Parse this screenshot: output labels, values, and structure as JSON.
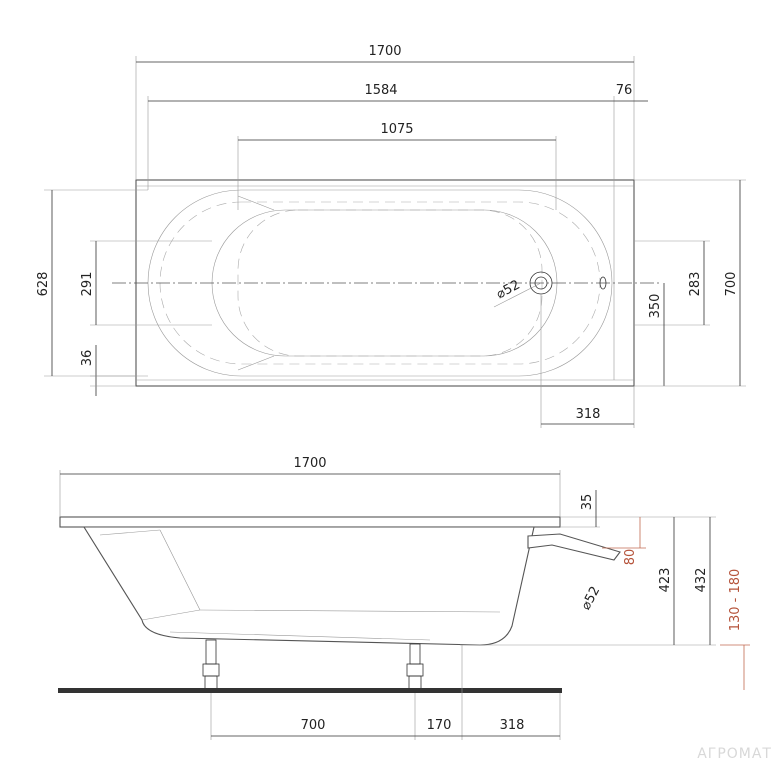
{
  "top_view": {
    "overall_length": "1700",
    "inner_length": "1584",
    "rim_right": "76",
    "bottom_length": "1075",
    "overall_width_inner": "628",
    "bottom_width": "291",
    "rim_bottom": "36",
    "drain_diameter": "⌀52",
    "drain_offset_x": "318",
    "drain_offset_y": "350",
    "right_inner_width": "283",
    "overall_width": "700"
  },
  "side_view": {
    "overall_length": "1700",
    "rim_height": "35",
    "overflow_drop": "80",
    "depth_inner": "423",
    "depth_outer": "432",
    "leg_range": "130 - 180",
    "overflow_diameter": "⌀52",
    "leg_spacing": "700",
    "leg_to_drain": "170",
    "drain_to_end": "318"
  },
  "watermark": "АГРОМАТ"
}
